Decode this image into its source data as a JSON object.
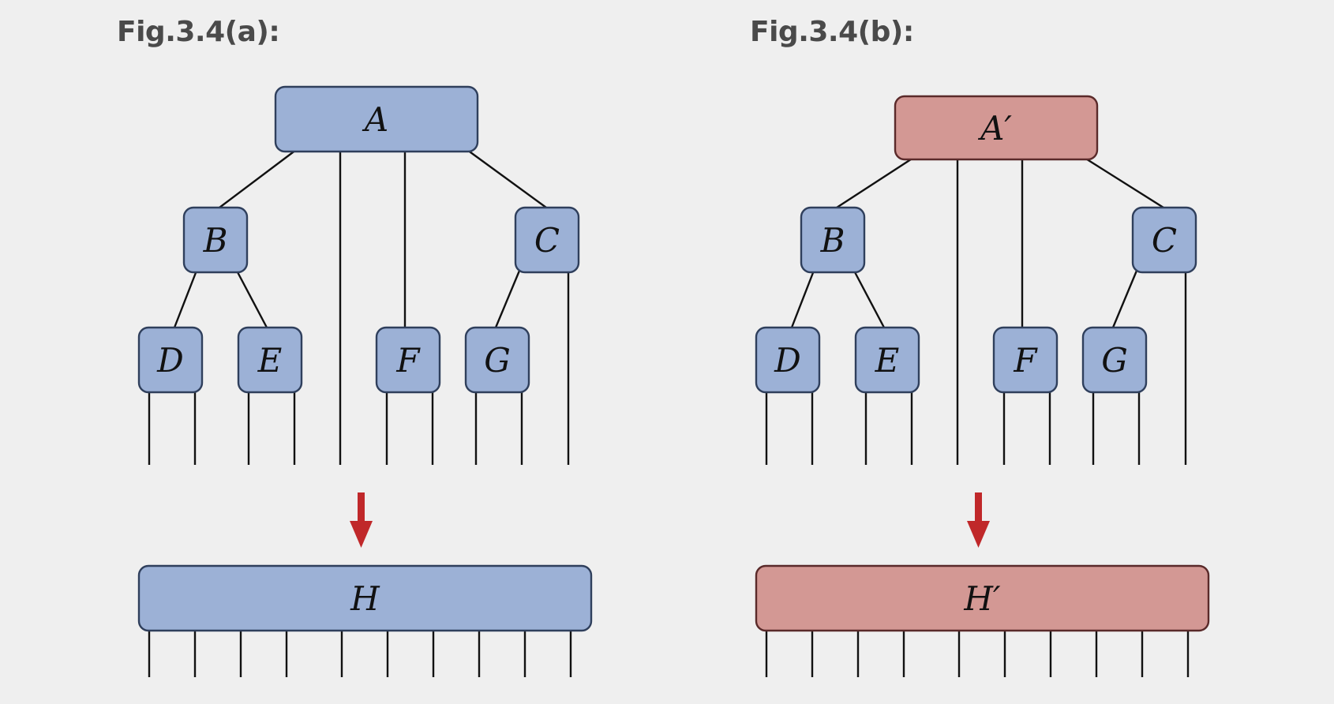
{
  "figures": [
    {
      "title": "Fig.3.4(a):",
      "nodes": {
        "A": "A",
        "B": "B",
        "C": "C",
        "D": "D",
        "E": "E",
        "F": "F",
        "G": "G",
        "H": "H"
      },
      "top_color": "#9cb1d6",
      "bottom_color": "#9cb1d6",
      "top_stroke": "#2f3f5c",
      "bottom_stroke": "#2f3f5c"
    },
    {
      "title": "Fig.3.4(b):",
      "nodes": {
        "A": "A′",
        "B": "B",
        "C": "C",
        "D": "D",
        "E": "E",
        "F": "F",
        "G": "G",
        "H": "H′"
      },
      "top_color": "#d39894",
      "bottom_color": "#d39894",
      "top_stroke": "#5a2a2a",
      "bottom_stroke": "#5a2a2a"
    }
  ],
  "colors": {
    "node_blue": "#9cb1d6",
    "node_stroke": "#2f3f5c",
    "wire": "#111111",
    "arrow": "#c0282a",
    "background": "#efefef"
  }
}
